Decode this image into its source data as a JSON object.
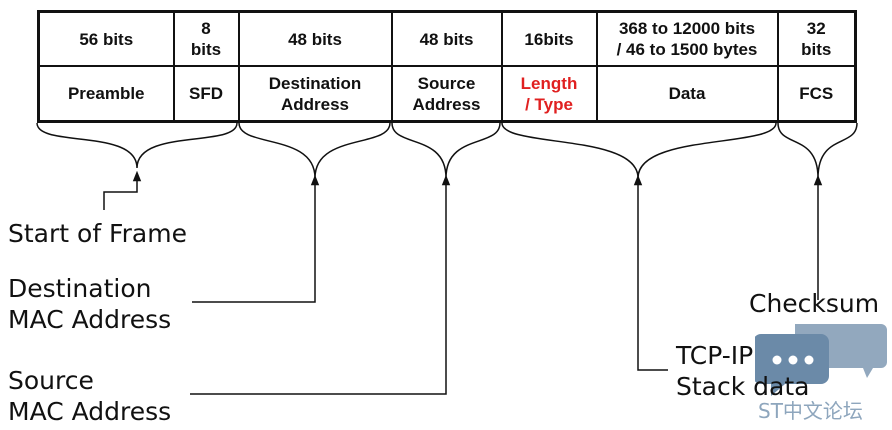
{
  "frame": {
    "fields": [
      {
        "size": "56 bits",
        "name": "Preamble",
        "name_color": "#111111"
      },
      {
        "size": "8\nbits",
        "name": "SFD",
        "name_color": "#111111"
      },
      {
        "size": "48 bits",
        "name": "Destination\nAddress",
        "name_color": "#111111"
      },
      {
        "size": "48 bits",
        "name": "Source\nAddress",
        "name_color": "#111111"
      },
      {
        "size": "16bits",
        "name": "Length\n/ Type",
        "name_color": "#e02020"
      },
      {
        "size": "368 to 12000 bits\n/ 46 to 1500 bytes",
        "name": "Data",
        "name_color": "#111111"
      },
      {
        "size": "32\nbits",
        "name": "FCS",
        "name_color": "#111111"
      }
    ]
  },
  "labels": {
    "start_of_frame": "Start of Frame",
    "destination_mac": "Destination\nMAC Address",
    "source_mac": "Source\nMAC Address",
    "tcp_ip": "TCP-IP\nStack data",
    "checksum": "Checksum"
  },
  "watermark": {
    "text": "ST中文论坛",
    "icon": "chat-bubbles-icon",
    "color": "#7f99b3"
  }
}
